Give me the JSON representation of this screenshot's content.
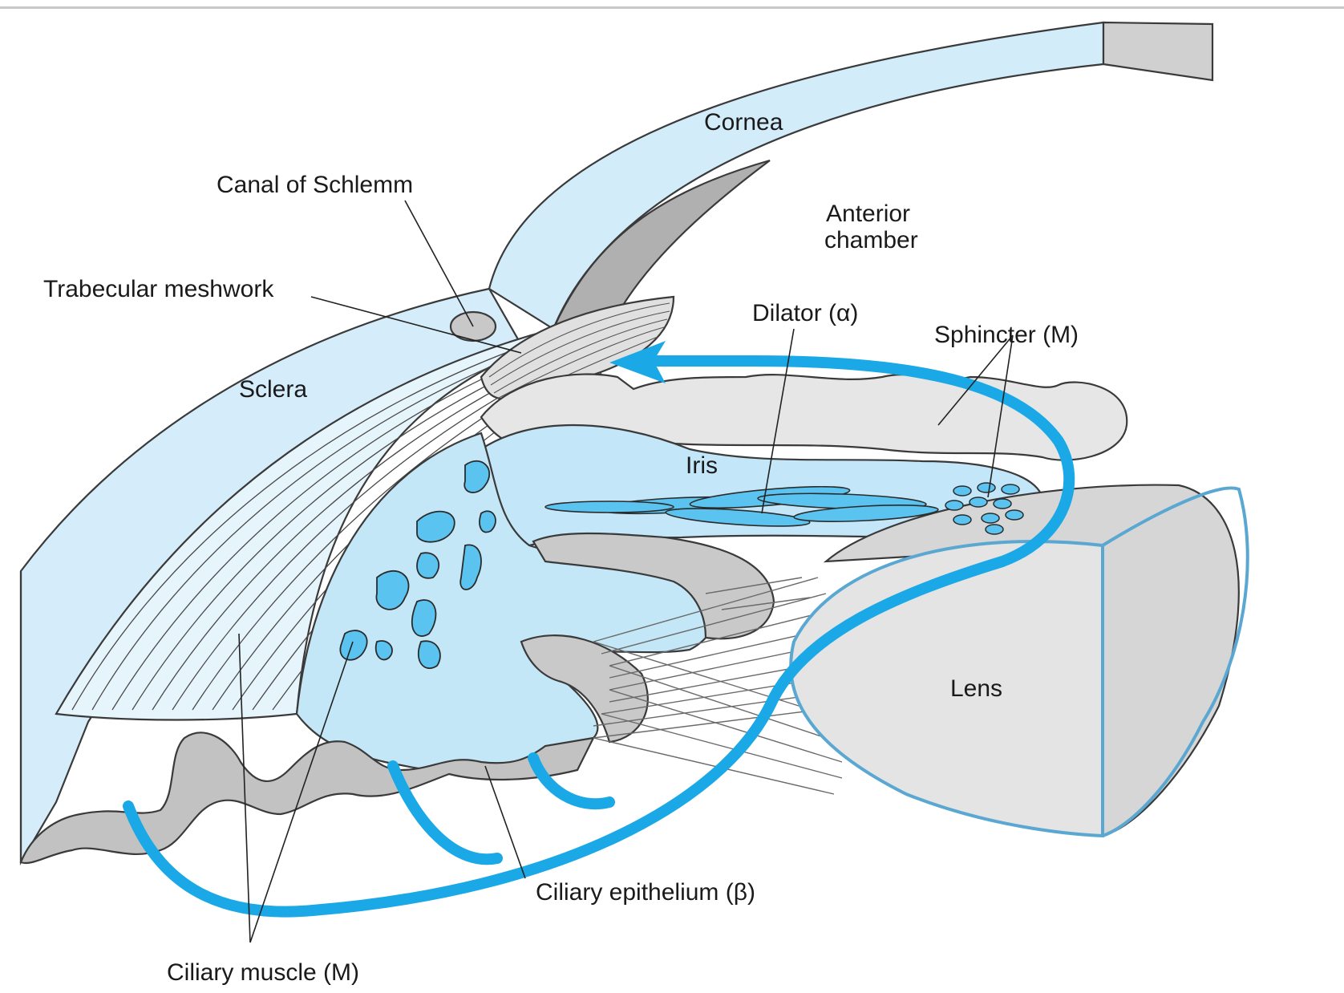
{
  "labels": {
    "cornea": "Cornea",
    "canal_of_schlemm": "Canal of Schlemm",
    "anterior_chamber_line1": "Anterior",
    "anterior_chamber_line2": "chamber",
    "trabecular_meshwork": "Trabecular meshwork",
    "dilator": "Dilator (α)",
    "sphincter": "Sphincter (M)",
    "sclera": "Sclera",
    "iris": "Iris",
    "lens": "Lens",
    "ciliary_epithelium": "Ciliary epithelium (β)",
    "ciliary_muscle": "Ciliary muscle (M)"
  },
  "colors": {
    "tissue_blue": "#cfeaf8",
    "tissue_blue_mid": "#bfe4f7",
    "vessel_blue": "#1aa9e6",
    "blob_blue": "#5bc3ef",
    "gray_light": "#e9e9e9",
    "gray_mid": "#c9c9c9",
    "gray_dark": "#9d9d9d",
    "outline": "#3a3a3a"
  }
}
